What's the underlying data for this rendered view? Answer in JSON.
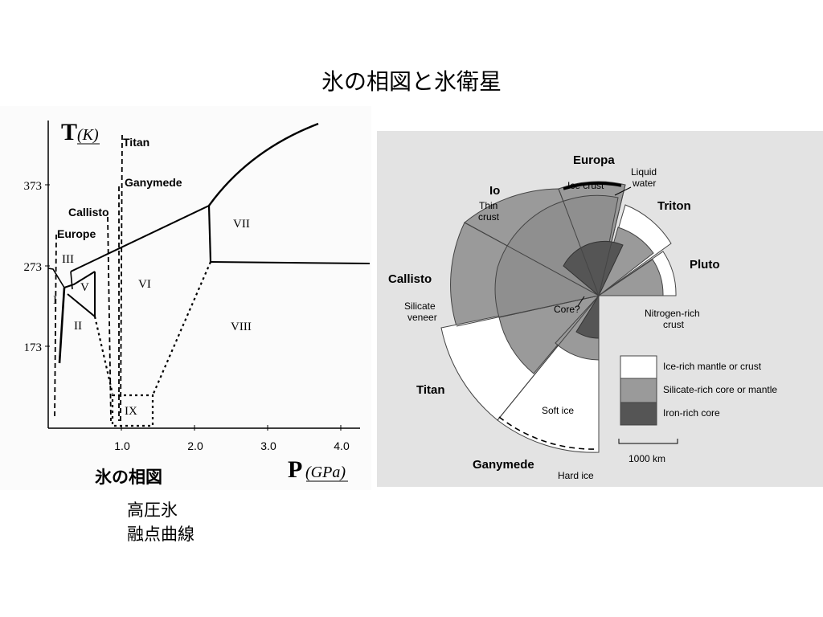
{
  "slide_title": "氷の相図と氷衛星",
  "phase_diagram": {
    "caption": "氷の相図",
    "notes": [
      "高圧氷",
      "融点曲線"
    ],
    "y_axis": {
      "letter": "T",
      "unit": "(K)",
      "ticks": [
        "373",
        "273",
        "173"
      ]
    },
    "x_axis": {
      "letter": "P",
      "unit": "(GPa)",
      "ticks": [
        "1.0",
        "2.0",
        "3.0",
        "4.0"
      ]
    },
    "moons": [
      "Titan",
      "Ganymede",
      "Callisto",
      "Europe"
    ],
    "phases": [
      "III",
      "V",
      "I",
      "II",
      "VI",
      "VII",
      "VIII",
      "IX"
    ]
  },
  "moon_structure": {
    "moon_labels": [
      "Europa",
      "Io",
      "Triton",
      "Pluto",
      "Callisto",
      "Titan",
      "Ganymede"
    ],
    "annotations": {
      "liquid_water": [
        "Liquid",
        "water"
      ],
      "ice_crust": "Ice crust",
      "thin_crust": [
        "Thin",
        "crust"
      ],
      "silicate_veneer": [
        "Silicate",
        "veneer"
      ],
      "core": "Core?",
      "nitrogen_crust": [
        "Nitrogen-rich",
        "crust"
      ],
      "soft_ice": "Soft ice",
      "hard_ice": "Hard ice"
    },
    "legend": [
      {
        "label": "Ice-rich mantle or crust",
        "color": "#ffffff"
      },
      {
        "label": "Silicate-rich core or mantle",
        "color": "#9a9a9a"
      },
      {
        "label": "Iron-rich core",
        "color": "#555555"
      }
    ],
    "scale_label": "1000 km"
  }
}
